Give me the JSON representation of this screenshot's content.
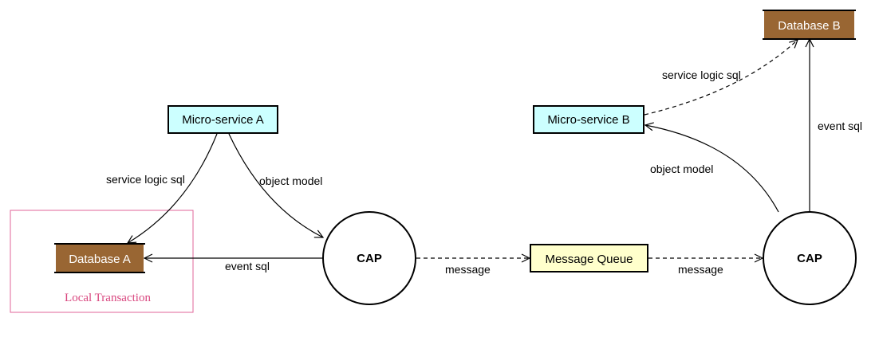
{
  "nodes": {
    "micro_a": "Micro-service A",
    "micro_b": "Micro-service B",
    "db_a": "Database A",
    "db_b": "Database B",
    "cap_left": "CAP",
    "cap_right": "CAP",
    "mq": "Message Queue",
    "local_tx": "Local Transaction"
  },
  "edges": {
    "a_to_db_a": "service logic sql",
    "a_to_cap": "object model",
    "cap_to_db_a": "event sql",
    "cap_to_mq": "message",
    "mq_to_cap": "message",
    "b_to_db_b": "service logic sql",
    "cap_to_b": "object model",
    "cap_to_db_b": "event sql"
  },
  "colors": {
    "service_fill": "#ccffff",
    "db_fill": "#996633",
    "db_text": "#ffffff",
    "mq_fill": "#ffffcc",
    "local_tx_border": "#e0669a",
    "local_tx_text": "#d9477f"
  }
}
